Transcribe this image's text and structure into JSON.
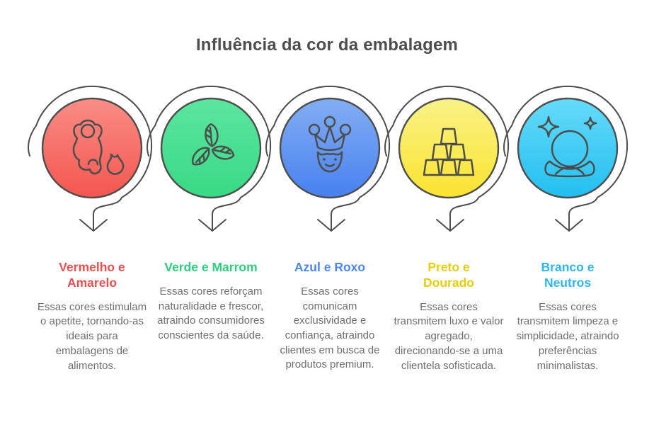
{
  "title": "Influência da cor da embalagem",
  "palette": {
    "background": "#ffffff",
    "title_text": "#4d4d4d",
    "outline_stroke": "#4d4d4d",
    "body_text": "#6f6f6f"
  },
  "columns": [
    {
      "heading": "Vermelho e Amarelo",
      "heading_color": "#e85052",
      "body": "Essas cores estimulam o apetite, tornando-as ideais para embalagens de alimentos.",
      "icon": "drumstick-flame-icon",
      "circle_top": "#f98d86",
      "circle_bottom": "#f4564f"
    },
    {
      "heading": "Verde e Marrom",
      "heading_color": "#2fcd80",
      "body": "Essas cores reforçam naturalidade e frescor, atraindo consumidores conscientes da saúde.",
      "icon": "leaves-icon",
      "circle_top": "#5be6a0",
      "circle_bottom": "#38d985"
    },
    {
      "heading": "Azul e Roxo",
      "heading_color": "#4a87f2",
      "body": "Essas cores comunicam exclusividade e confiança, atraindo clientes em busca de produtos premium.",
      "icon": "king-icon",
      "circle_top": "#83aef3",
      "circle_bottom": "#4781ef"
    },
    {
      "heading": "Preto e Dourado",
      "heading_color": "#e6ce0a",
      "body": "Essas cores transmitem luxo e valor agregado, direcionando-se a uma clientela sofisticada.",
      "icon": "stacked-cups-icon",
      "circle_top": "#f9f388",
      "circle_bottom": "#fbe32f"
    },
    {
      "heading": "Branco e Neutros",
      "heading_color": "#2eb7ee",
      "body": "Essas cores transmitem limpeza e simplicidade, atraindo preferências minimalistas.",
      "icon": "shiny-pearl-icon",
      "circle_top": "#66dbf9",
      "circle_bottom": "#22bff0"
    }
  ]
}
